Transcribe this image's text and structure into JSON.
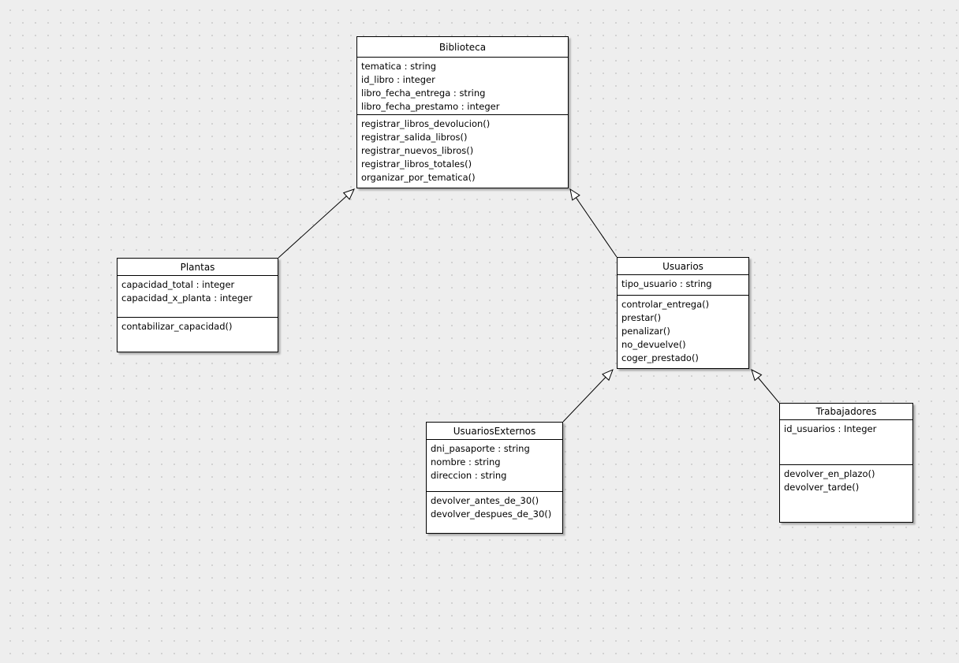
{
  "diagram": {
    "type": "uml-class-diagram",
    "colors": {
      "canvas_background": "#eeeeee",
      "grid_dot": "#d2d2d2",
      "box_fill": "#ffffff",
      "box_border": "#000000",
      "text": "#000000"
    },
    "classes": [
      {
        "name": "Biblioteca",
        "attributes": [
          "tematica : string",
          "id_libro : integer",
          "libro_fecha_entrega : string",
          "libro_fecha_prestamo : integer"
        ],
        "methods": [
          "registrar_libros_devolucion()",
          "registrar_salida_libros()",
          "registrar_nuevos_libros()",
          "registrar_libros_totales()",
          "organizar_por_tematica()"
        ]
      },
      {
        "name": "Plantas",
        "attributes": [
          "capacidad_total : integer",
          "capacidad_x_planta : integer"
        ],
        "methods": [
          "contabilizar_capacidad()"
        ]
      },
      {
        "name": "Usuarios",
        "attributes": [
          "tipo_usuario : string"
        ],
        "methods": [
          "controlar_entrega()",
          "prestar()",
          "penalizar()",
          "no_devuelve()",
          "coger_prestado()"
        ]
      },
      {
        "name": "UsuariosExternos",
        "attributes": [
          "dni_pasaporte : string",
          "nombre : string",
          "direccion : string"
        ],
        "methods": [
          "devolver_antes_de_30()",
          "devolver_despues_de_30()"
        ]
      },
      {
        "name": "Trabajadores",
        "attributes": [
          "id_usuarios : Integer"
        ],
        "methods": [
          "devolver_en_plazo()",
          "devolver_tarde()"
        ]
      }
    ],
    "relationships": [
      {
        "from": "Plantas",
        "to": "Biblioteca",
        "type": "generalization"
      },
      {
        "from": "Usuarios",
        "to": "Biblioteca",
        "type": "generalization"
      },
      {
        "from": "UsuariosExternos",
        "to": "Usuarios",
        "type": "generalization"
      },
      {
        "from": "Trabajadores",
        "to": "Usuarios",
        "type": "generalization"
      }
    ]
  }
}
